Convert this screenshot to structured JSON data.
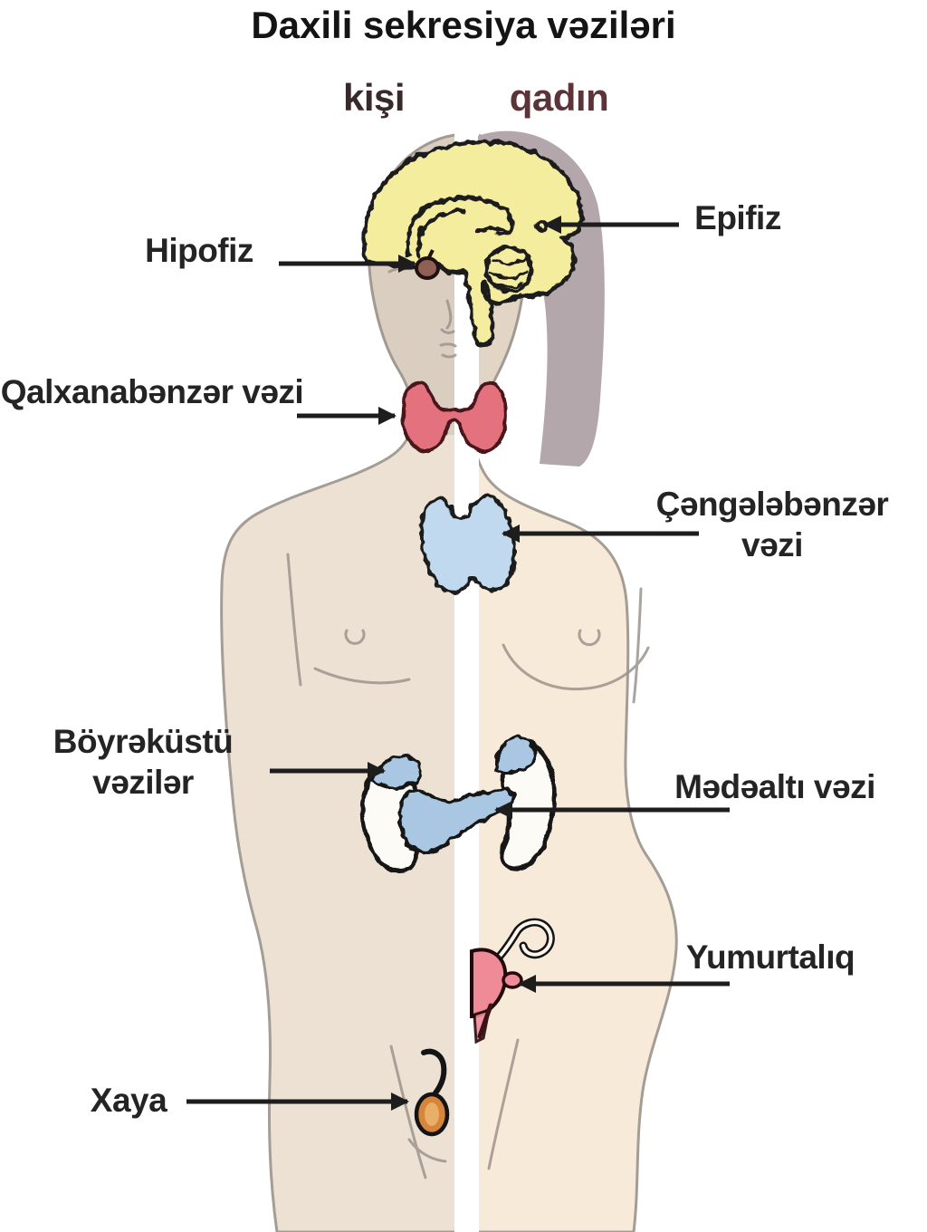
{
  "title": "Daxili sekresiya vəziləri",
  "columns": {
    "male": "kişi",
    "female": "qadın"
  },
  "labels": {
    "hipofiz": "Hipofiz",
    "epifiz": "Epifiz",
    "qalxanabenzer_vezi": "Qalxanabənzər vəzi",
    "cengelebenzer_vezi": "Çəngələbənzər vəzi",
    "boyrekustu_veziler": "Böyrəküstü vəzilər",
    "medealti_vezi": "Mədəaltı vəzi",
    "yumurtaliq": "Yumurtalıq",
    "xaya": "Xaya"
  },
  "colors": {
    "background": "#ffffff",
    "divider_stripe": "#ffffff",
    "skin_left": "#ece1d3",
    "skin_right": "#f8ead9",
    "body_outline": "#a39d95",
    "hair": "#b4a7ac",
    "brain": "#f4ed9e",
    "pituitary": "#8f6055",
    "thyroid": "#e4717e",
    "thymus": "#c0d9ef",
    "kidney": "#fdfbf6",
    "adrenal_pancreas": "#a9c6e2",
    "ovary": "#ef8b97",
    "testis": "#d5853c",
    "leader_line": "#242424",
    "title_text": "#141414",
    "label_text": "#242424",
    "male_text": "#38292b",
    "female_text": "#5c3339"
  }
}
